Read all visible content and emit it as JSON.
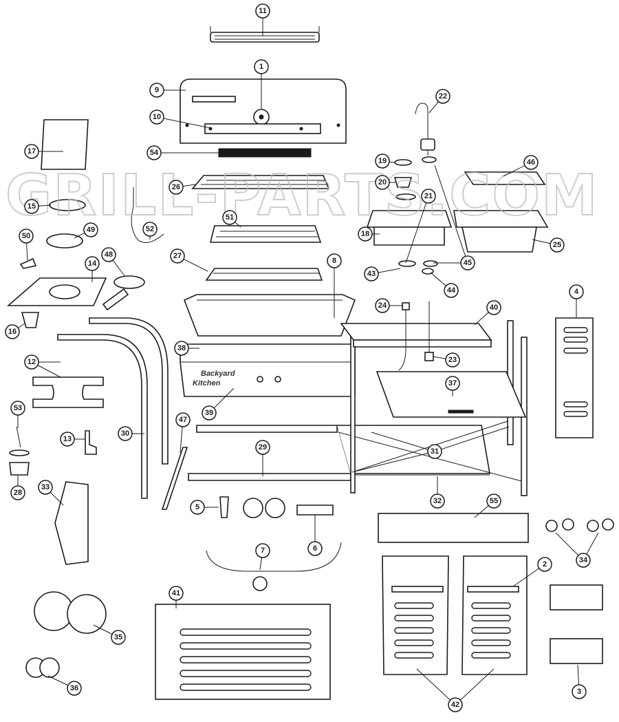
{
  "watermark": "GRILL-PARTS.COM",
  "logo": {
    "line1": "Backyard",
    "line2": "Kitchen"
  },
  "callouts": [
    "1",
    "2",
    "3",
    "4",
    "5",
    "6",
    "7",
    "8",
    "9",
    "10",
    "11",
    "12",
    "13",
    "14",
    "15",
    "16",
    "17",
    "18",
    "19",
    "20",
    "21",
    "22",
    "23",
    "24",
    "25",
    "26",
    "27",
    "28",
    "29",
    "30",
    "31",
    "32",
    "33",
    "34",
    "35",
    "36",
    "37",
    "38",
    "39",
    "40",
    "41",
    "42",
    "43",
    "44",
    "45",
    "46",
    "47",
    "48",
    "49",
    "50",
    "51",
    "52",
    "53",
    "54",
    "55"
  ]
}
